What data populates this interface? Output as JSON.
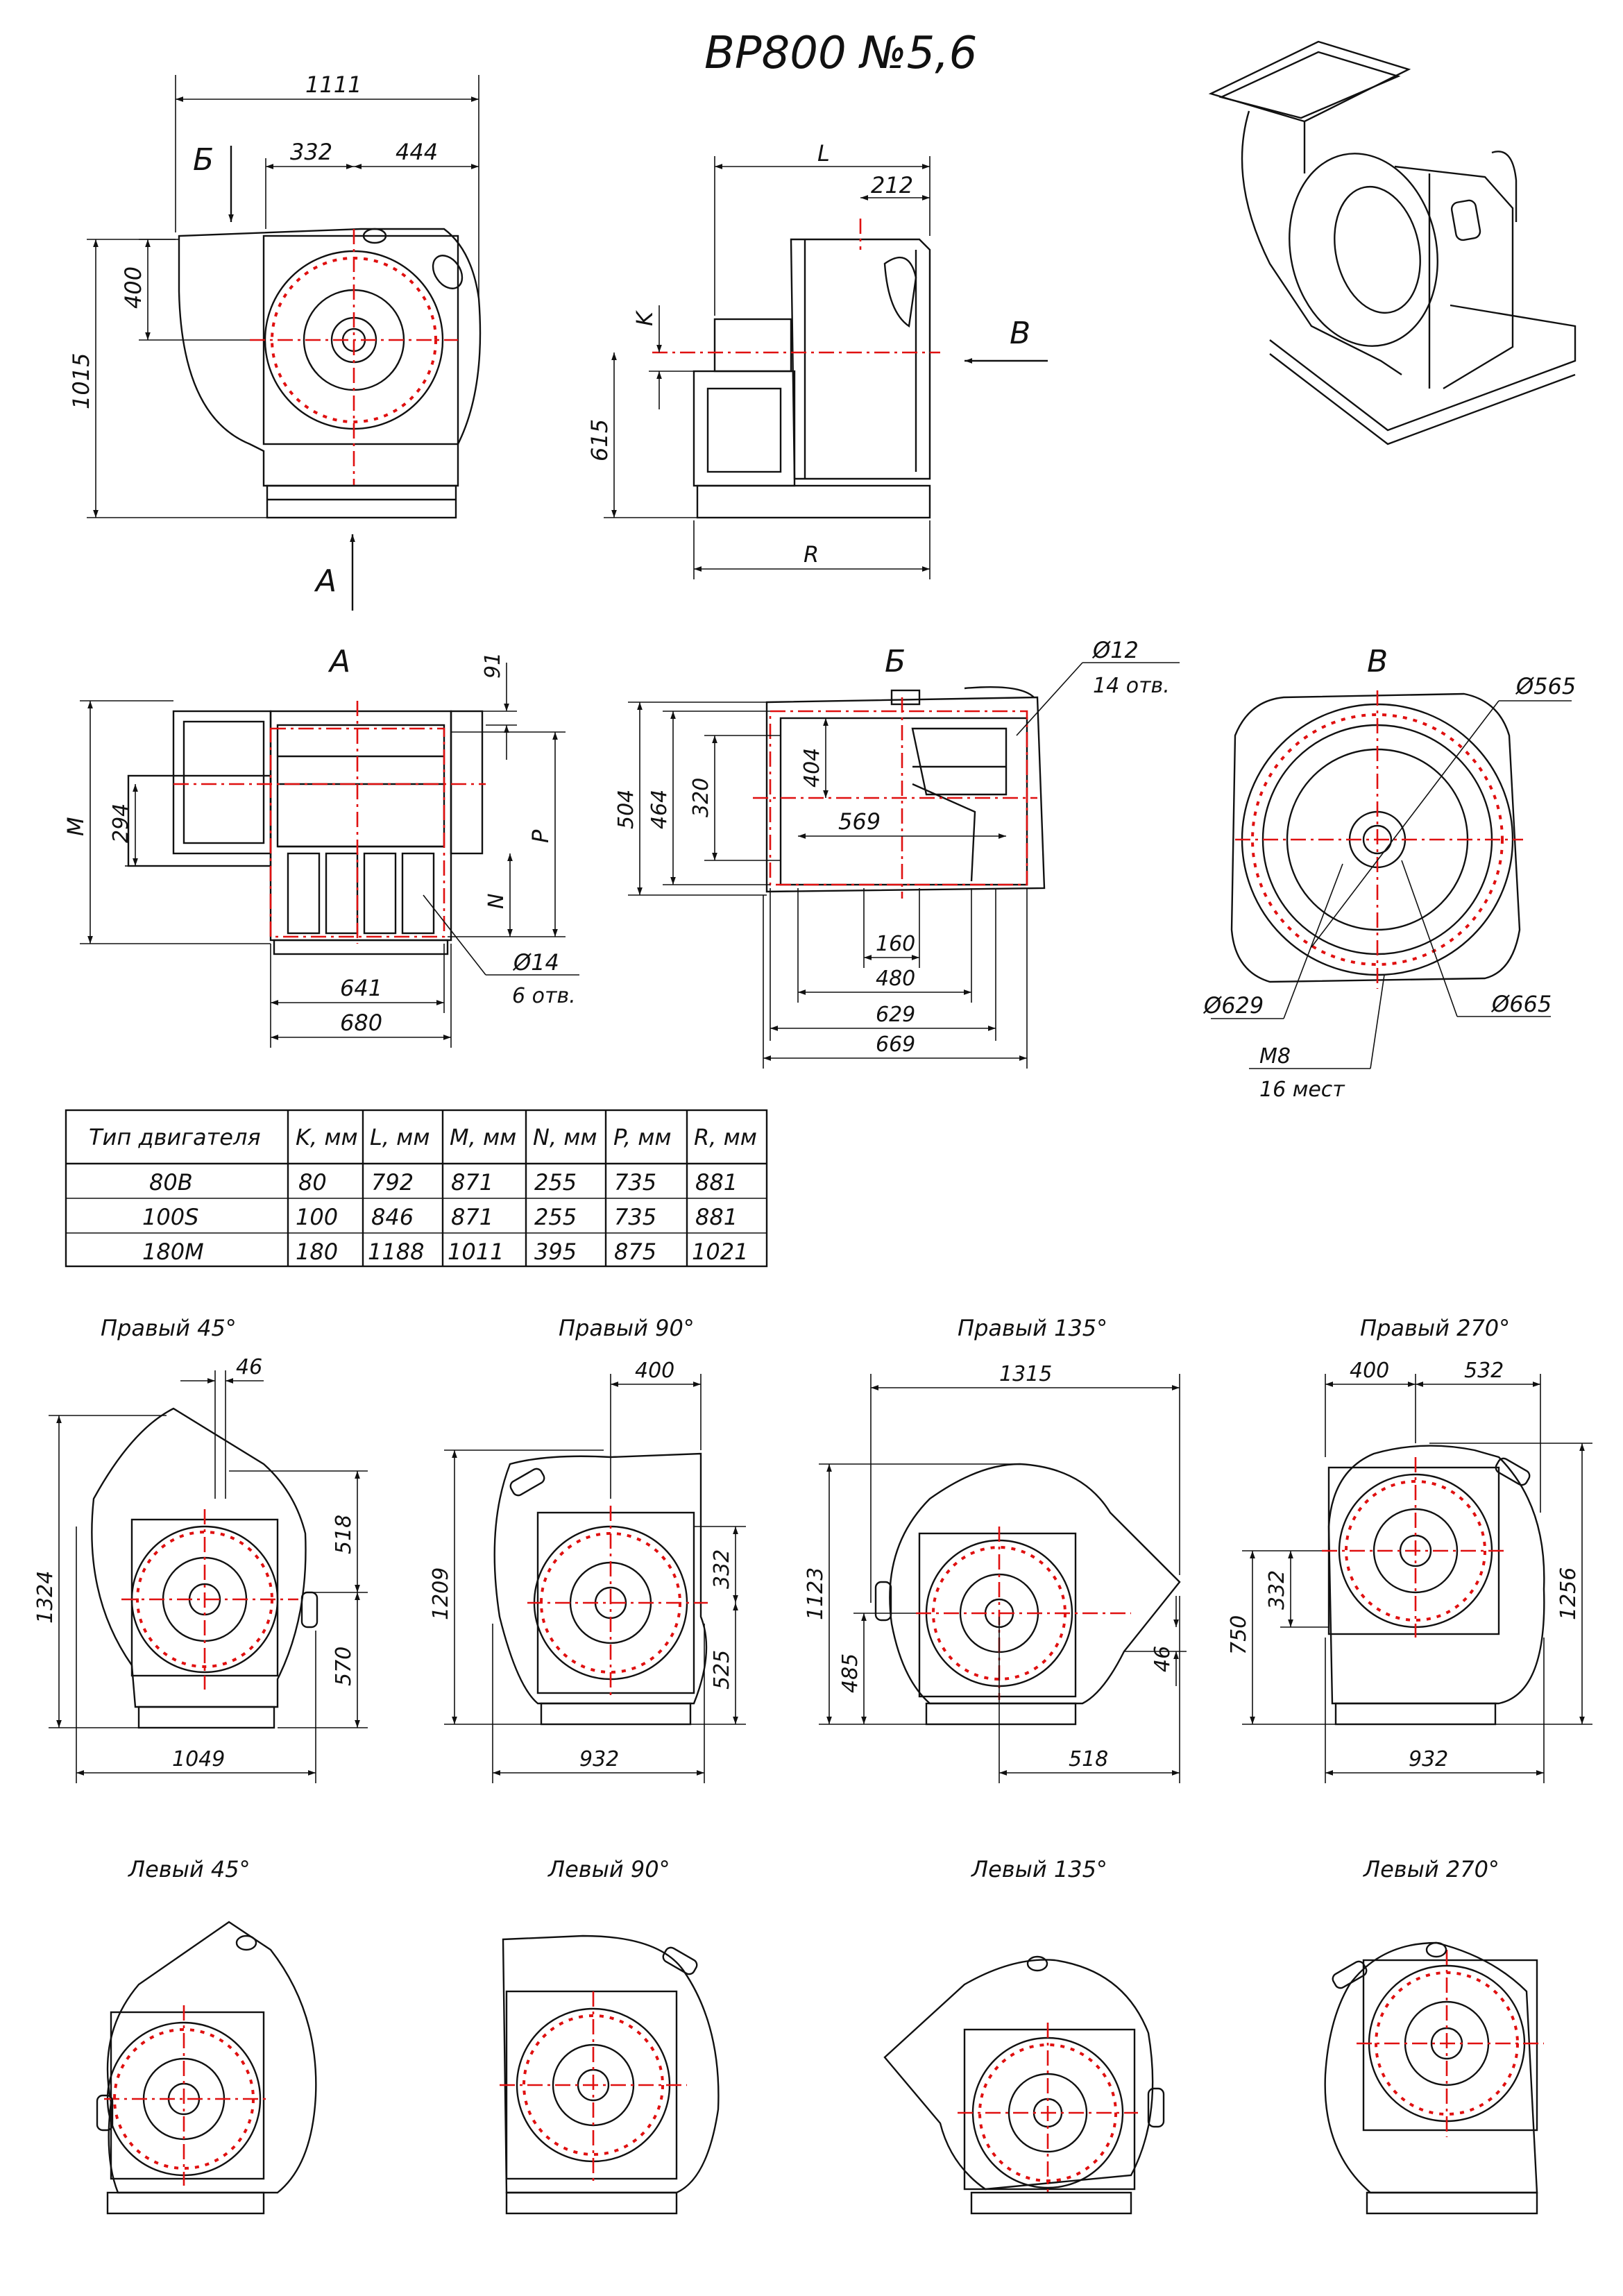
{
  "title": "ВР800 №5,6",
  "main_view": {
    "dims": [
      "1111",
      "332",
      "444",
      "400",
      "1015"
    ],
    "label_b": "Б",
    "label_a": "А"
  },
  "side_view": {
    "dims": [
      "L",
      "212",
      "K",
      "615",
      "R"
    ],
    "label_v": "В"
  },
  "view_a": {
    "title": "А",
    "dims": [
      "91",
      "M",
      "294",
      "P",
      "N",
      "641",
      "680"
    ],
    "hole_d": "Ø14",
    "hole_n": "6 отв."
  },
  "view_b": {
    "title": "Б",
    "dims": [
      "504",
      "464",
      "320",
      "404",
      "569",
      "160",
      "480",
      "629",
      "669"
    ],
    "hole_d": "Ø12",
    "hole_n": "14 отв."
  },
  "view_v": {
    "title": "В",
    "dims": [
      "Ø565",
      "Ø629",
      "Ø665"
    ],
    "thread": "М8",
    "thread_n": "16 мест"
  },
  "motor_table": {
    "headers": [
      "Тип двигателя",
      "K, мм",
      "L, мм",
      "M, мм",
      "N, мм",
      "P, мм",
      "R, мм"
    ],
    "rows": [
      [
        "80B",
        "80",
        "792",
        "871",
        "255",
        "735",
        "881"
      ],
      [
        "100S",
        "100",
        "846",
        "871",
        "255",
        "735",
        "881"
      ],
      [
        "180M",
        "180",
        "1188",
        "1011",
        "395",
        "875",
        "1021"
      ]
    ]
  },
  "right_positions": [
    {
      "label": "Правый 45°",
      "dims": [
        "46",
        "518",
        "1324",
        "570",
        "1049"
      ]
    },
    {
      "label": "Правый 90°",
      "dims": [
        "400",
        "1209",
        "332",
        "525",
        "932"
      ]
    },
    {
      "label": "Правый 135°",
      "dims": [
        "1315",
        "1123",
        "485",
        "46",
        "518"
      ]
    },
    {
      "label": "Правый 270°",
      "dims": [
        "400",
        "532",
        "750",
        "332",
        "1256",
        "932"
      ]
    }
  ],
  "left_positions": [
    {
      "label": "Левый 45°"
    },
    {
      "label": "Левый 90°"
    },
    {
      "label": "Левый 135°"
    },
    {
      "label": "Левый 270°"
    }
  ]
}
